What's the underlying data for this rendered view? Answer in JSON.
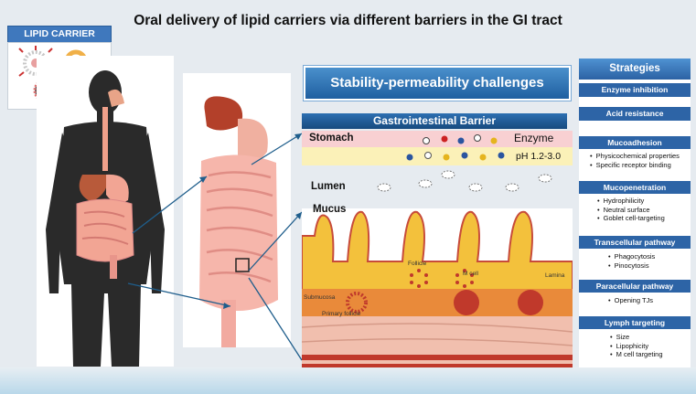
{
  "title": "Oral delivery of lipid carriers via different barriers in the GI  tract",
  "lipid_carrier_label": "LIPID CARRIER",
  "stability_banner": "Stability-permeability challenges",
  "gi_barrier_banner": "Gastrointestinal Barrier",
  "regions": {
    "stomach": "Stomach",
    "enzyme": "Enzyme",
    "ph": "pH 1.2-3.0",
    "lumen": "Lumen",
    "mucus": "Mucus"
  },
  "tissue_labels": {
    "follicle": "Follicle",
    "m_cell": "M cell",
    "lamina": "Lamina",
    "submucosa": "Submucosa",
    "primary_follicle": "Primary follicle"
  },
  "strategies": {
    "title": "Strategies",
    "items": [
      {
        "label": "Enzyme inhibition",
        "bullets": []
      },
      {
        "label": "Acid resistance",
        "bullets": []
      },
      {
        "label": "Mucoadhesion",
        "bullets": [
          "Physicochemical properties",
          "Specific receptor binding"
        ]
      },
      {
        "label": "Mucopenetration",
        "bullets": [
          "Hydrophilicity",
          "Neutral surface",
          "Goblet cell-targeting"
        ]
      },
      {
        "label": "Transcellular pathway",
        "bullets": [
          "Phagocytosis",
          "Pinocytosis"
        ]
      },
      {
        "label": "Paracellular pathway",
        "bullets": [
          "Opening TJs"
        ]
      },
      {
        "label": "Lymph targeting",
        "bullets": [
          "Size",
          "Lipophicity",
          "M cell targeting"
        ]
      }
    ]
  },
  "colors": {
    "accent_blue": "#2d64a6",
    "stomach_pink": "#f8d0d2",
    "ph_yellow": "#fbf1b8",
    "tissue_yellow": "#f5c842",
    "tissue_orange": "#e98a3a",
    "tissue_red": "#c0392b"
  }
}
